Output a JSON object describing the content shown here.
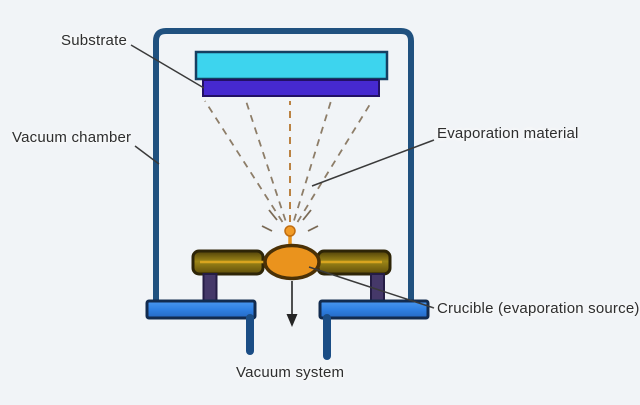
{
  "figure": {
    "type": "diagram",
    "labels": {
      "substrate": "Substrate",
      "vacuum_chamber": "Vacuum chamber",
      "evaporation_material": "Evaporation material",
      "crucible": "Crucible (evaporation source)",
      "vacuum_system": "Vacuum system"
    },
    "colors": {
      "background": "#f1f4f7",
      "chamber_wall": "#20517f",
      "substrate_holder_cyan": "#3dd4ee",
      "substrate_plate_purple": "#4629d0",
      "crucible_body_olive": "#9d8617",
      "melt_orange": "#ea931d",
      "platform_blue": "#2f80e3",
      "pedestal_purple": "#453869",
      "vapor_dash_gray": "#8d7d68",
      "vapor_dash_center": "#b5762e",
      "filament_yellow": "#d8a51f",
      "text": "#2e2e2e"
    }
  }
}
